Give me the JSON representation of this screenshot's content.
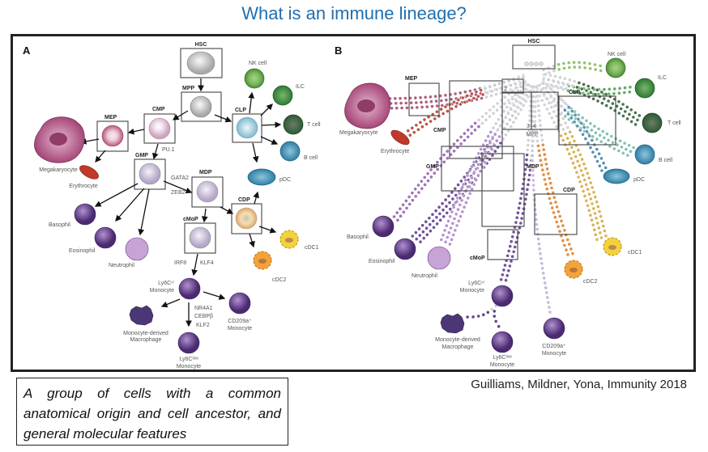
{
  "title": "What is an immune lineage?",
  "definition": "A group of cells with a common anatomical origin and cell ancestor, and general molecular features",
  "citation": "Guilliams, Mildner, Yona, Immunity 2018",
  "panel_a": {
    "label": "A",
    "boxes": {
      "hsc": "HSC",
      "mpp": "MPP",
      "cmp": "CMP",
      "clp": "CLP",
      "mep": "MEP",
      "gmp": "GMP",
      "mdp": "MDP",
      "cdp": "CDP",
      "cmop": "cMoP"
    },
    "cells": {
      "megakaryocyte": "Megakaryocyte",
      "erythrocyte": "Erythrocyte",
      "nk": "NK cell",
      "ilc": "ILC",
      "t": "T cell",
      "b": "B cell",
      "pdc": "pDC",
      "basophil": "Basophil",
      "eosinophil": "Eosinophil",
      "neutrophil": "Neutrophil",
      "cdc1": "cDC1",
      "cdc2": "cDC2",
      "ly6chi_1": "Ly6Cⁿⁱ",
      "ly6chi_2": "Monocyte",
      "mac_1": "Monocyte-derived",
      "mac_2": "Macrophage",
      "ly6clow_1": "Ly6Cˡᵒʷ",
      "ly6clow_2": "Monocyte",
      "cd209_1": "CD209a⁺",
      "cd209_2": "Monocyte"
    },
    "factors": {
      "pu1": "PU.1",
      "gata2": "GATA2",
      "zeb2": "ZEB2",
      "irf8": "IRF8",
      "klf4": "KLF4",
      "nr4a1": "NR4A1",
      "cebpb": "CEBPβ",
      "klf2": "KLF2"
    }
  },
  "panel_b": {
    "label": "B",
    "boxes": {
      "hsc": "HSC",
      "mep": "MEP",
      "cmp": "CMP",
      "clp": "CLP",
      "gmp": "GMP",
      "mdp": "MDP",
      "cdp": "CDP",
      "cmop": "cMoP",
      "mpp": "MPP",
      "mpp2": "2",
      "mpp3": "3",
      "mpp4": "4"
    },
    "cells": {
      "megakaryocyte": "Megakaryocyte",
      "erythrocyte": "Erythrocyte",
      "nk": "NK cell",
      "ilc": "ILC",
      "t": "T cell",
      "b": "B cell",
      "pdc": "pDC",
      "basophil": "Basophil",
      "eosinophil": "Eosinophil",
      "neutrophil": "Neutrophil",
      "cdc1": "cDC1",
      "cdc2": "cDC2",
      "ly6chi_1": "Ly6Cⁿⁱ",
      "ly6chi_2": "Monocyte",
      "mac_1": "Monocyte-derived",
      "mac_2": "Macrophage",
      "ly6clow_1": "Ly6Cˡᵒʷ",
      "ly6clow_2": "Monocyte",
      "cd209_1": "CD209a⁺",
      "cd209_2": "Monocyte"
    }
  }
}
